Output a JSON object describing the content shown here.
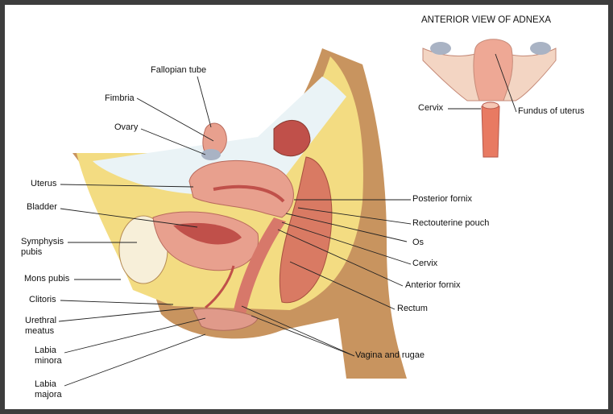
{
  "inset": {
    "title": "ANTERIOR VIEW OF ADNEXA",
    "labels": {
      "cervix": "Cervix",
      "fundus": "Fundus of uterus"
    }
  },
  "labels_left": {
    "fallopian_tube": "Fallopian tube",
    "fimbria": "Fimbria",
    "ovary": "Ovary",
    "uterus": "Uterus",
    "bladder": "Bladder",
    "symphysis_1": "Symphysis",
    "symphysis_2": "pubis",
    "mons_pubis": "Mons pubis",
    "clitoris": "Clitoris",
    "urethral_1": "Urethral",
    "urethral_2": "meatus",
    "labia_minora_1": "Labia",
    "labia_minora_2": "minora",
    "labia_majora_1": "Labia",
    "labia_majora_2": "majora"
  },
  "labels_right": {
    "posterior_fornix": "Posterior fornix",
    "rectouterine_pouch": "Rectouterine pouch",
    "os": "Os",
    "cervix": "Cervix",
    "anterior_fornix": "Anterior fornix",
    "rectum": "Rectum",
    "vagina": "Vagina and rugae"
  },
  "colors": {
    "skin": "#c8945f",
    "fat": "#f3dc82",
    "organ": "#e8a08e",
    "lumen": "#c0504a",
    "frame": "#3d3d3d"
  }
}
